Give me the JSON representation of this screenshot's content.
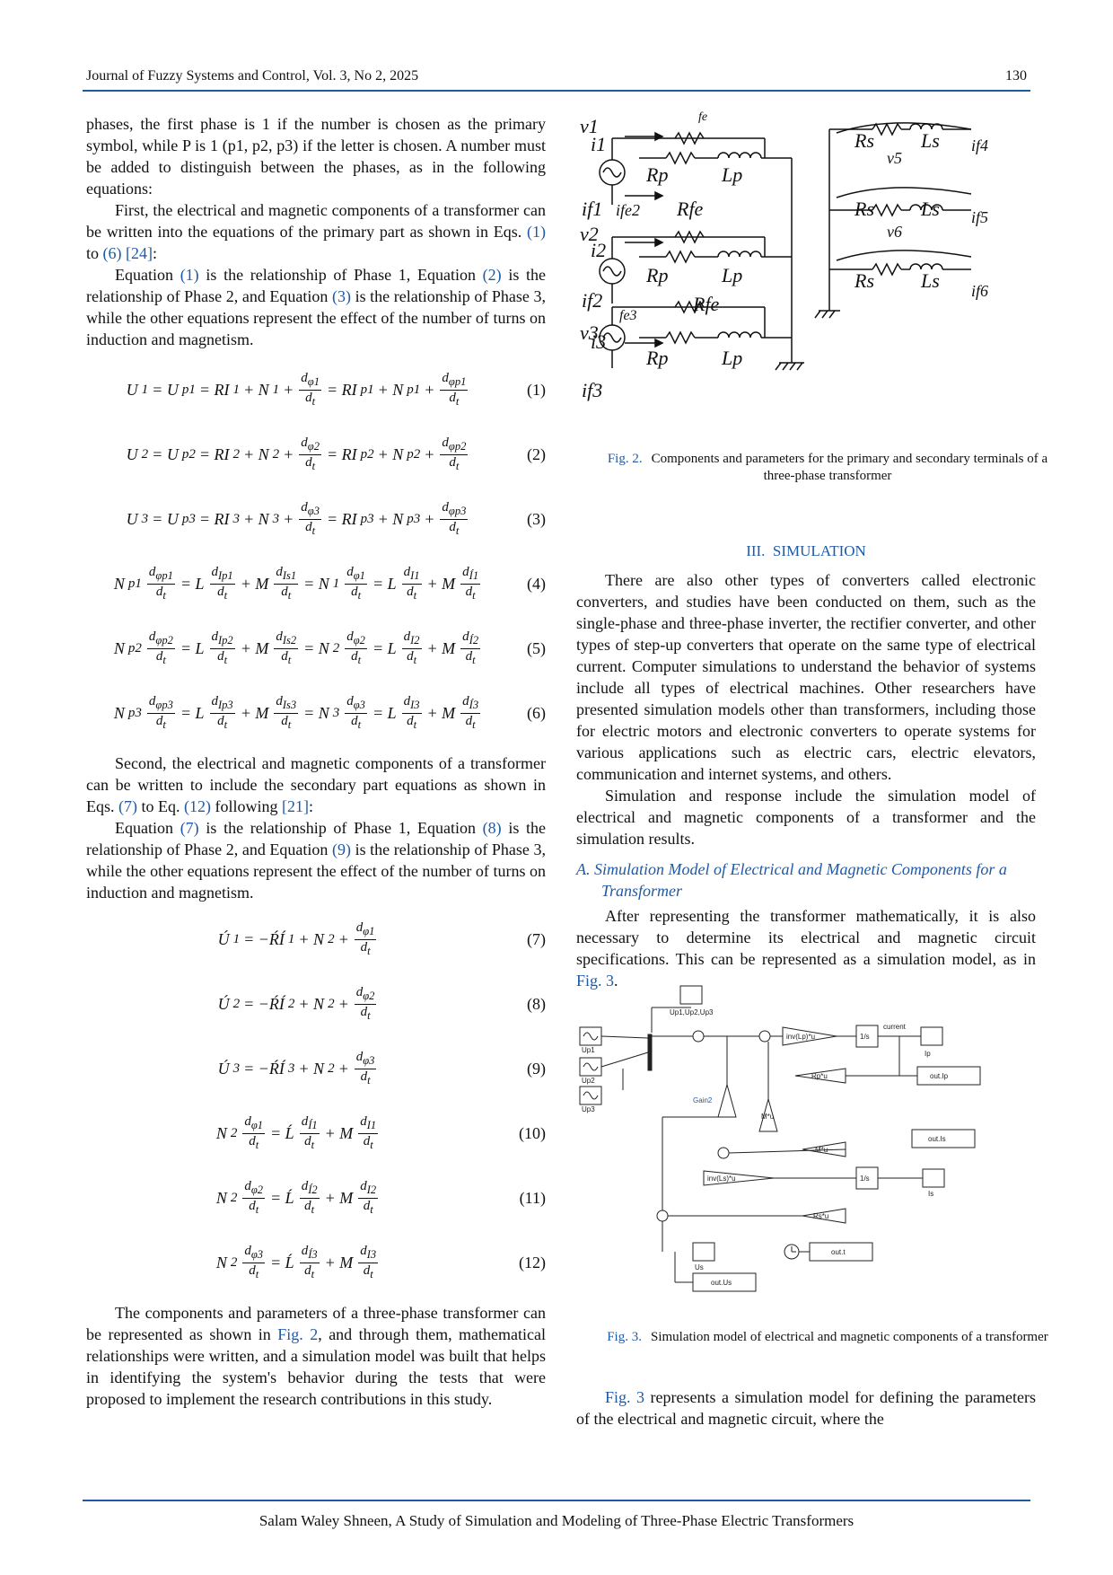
{
  "header": {
    "journal": "Journal of Fuzzy Systems and Control, Vol. 3, No 2, 2025",
    "page": "130"
  },
  "left": {
    "p1": "phases, the first phase is 1 if the number is chosen as the primary symbol, while P is 1 (p1, p2, p3) if the letter is chosen. A number must be added to distinguish between the phases, as in the following equations:",
    "p2a": "First, the electrical and magnetic components of a transformer can be written into the equations of the primary part as shown in Eqs. ",
    "p2_l1": "(1)",
    "p2_to": " to ",
    "p2_l2": "(6)",
    "p2_sp": " ",
    "p2_l3": "[24]",
    "p2_end": ":",
    "p3a": "Equation ",
    "p3_l1": "(1)",
    "p3b": " is the relationship of Phase 1, Equation ",
    "p3_l2": "(2)",
    "p3c": " is the relationship of Phase 2, and Equation ",
    "p3_l3": "(3)",
    "p3d": " is the relationship of Phase 3, while the other equations represent the effect of the number of turns on induction and magnetism.",
    "p4a": "Second, the electrical and magnetic components of a transformer can be written to include the secondary part equations as shown in Eqs. ",
    "p4_l1": "(7)",
    "p4b": " to Eq. ",
    "p4_l2": "(12)",
    "p4c": " following ",
    "p4_l3": "[21]",
    "p4_end": ":",
    "p5a": "Equation ",
    "p5_l1": "(7)",
    "p5b": " is the relationship of Phase 1, Equation ",
    "p5_l2": "(8)",
    "p5c": " is the relationship of Phase 2, and Equation ",
    "p5_l3": "(9)",
    "p5d": " is the relationship of Phase 3, while the other equations represent the effect of the number of turns on induction and magnetism.",
    "p6a": "The components and parameters of a three-phase transformer can be represented as shown in ",
    "p6_l1": "Fig. 2",
    "p6b": ", and through them, mathematical relationships were written, and a simulation model was built that helps in identifying the system's behavior during the tests that were proposed to implement the research contributions in this study."
  },
  "equations": {
    "e1": "(1)",
    "e2": "(2)",
    "e3": "(3)",
    "e4": "(4)",
    "e5": "(5)",
    "e6": "(6)",
    "e7": "(7)",
    "e8": "(8)",
    "e9": "(9)",
    "e10": "(10)",
    "e11": "(11)",
    "e12": "(12)"
  },
  "fig2": {
    "tag": "Fig. 2.",
    "caption": "Components and parameters for the primary and secondary terminals of a three-phase transformer"
  },
  "section": {
    "num": "III.",
    "title": "SIMULATION"
  },
  "right": {
    "p1": "There are also other types of converters called electronic converters, and studies have been conducted on them, such as the single-phase and three-phase inverter, the rectifier converter, and other types of step-up converters that operate on the same type of electrical current. Computer simulations to understand the behavior of systems include all types of electrical machines. Other researchers have presented simulation models other than transformers, including those for electric motors and electronic converters to operate systems for various applications such as electric cars, electric elevators, communication and internet systems, and others.",
    "p2": "Simulation and response include the simulation model of electrical and magnetic components of a transformer and the simulation results.",
    "sub": "A.  Simulation Model of Electrical and Magnetic Components for a Transformer",
    "p3a": "After representing the transformer mathematically, it is also necessary to determine its electrical and magnetic circuit specifications. This can be represented as a simulation model, as in ",
    "p3_l1": "Fig. 3",
    "p3_end": ".",
    "p4_l1": "Fig. 3",
    "p4b": " represents a simulation model for defining the parameters of the electrical and magnetic circuit, where the"
  },
  "fig3": {
    "tag": "Fig. 3.",
    "caption": "Simulation model of electrical and magnetic components of a transformer",
    "labels": {
      "up": "Up1,Up2,Up3",
      "current": "current",
      "ip": "Ip",
      "is": "Is",
      "us": "Us",
      "gain2": "Gain2",
      "up1": "Up1",
      "up2": "Up2",
      "up3": "Up3",
      "outip": "out.Ip",
      "outis": "out.Is",
      "outt": "out.t",
      "outus": "out.Us",
      "invlp": "inv(Lp)*u",
      "invls": "inv(Ls)*u",
      "rpu": "Rp*u",
      "rsu": "Rs*u",
      "mu": "M*u",
      "int": "1/s"
    }
  },
  "footer": "Salam Waley Shneen, A Study of Simulation and Modeling of Three-Phase Electric Transformers"
}
